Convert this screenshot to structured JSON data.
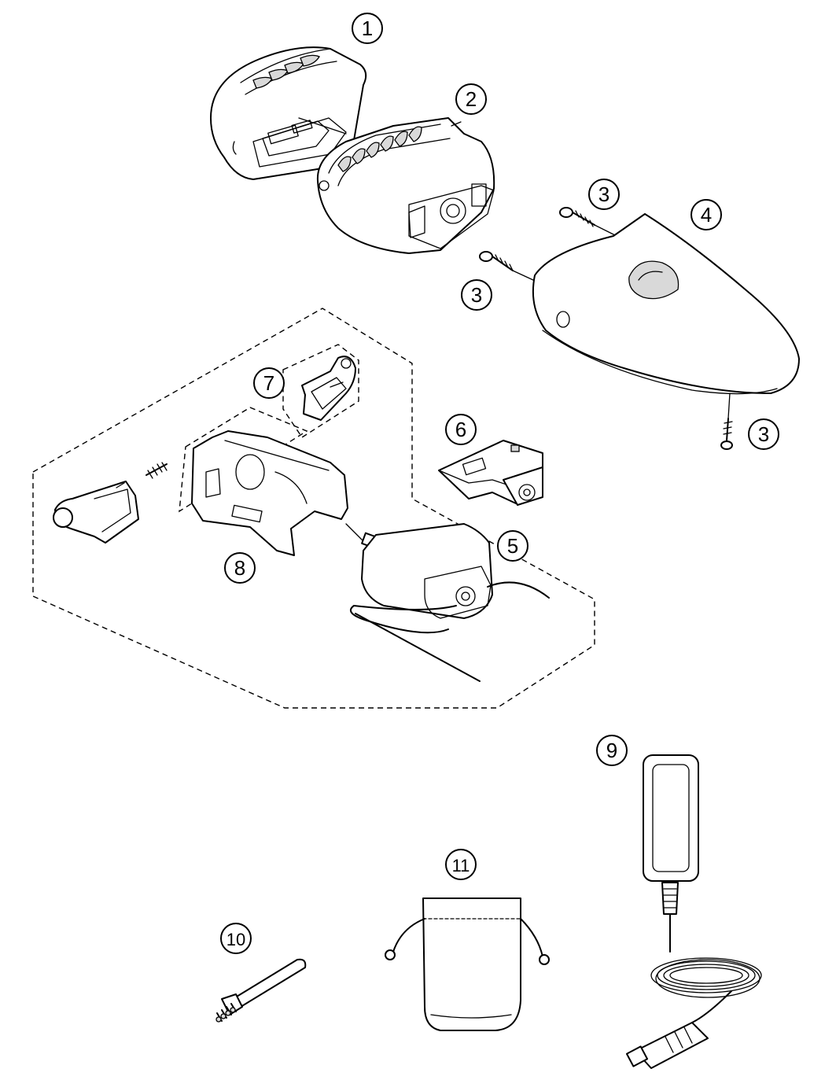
{
  "callouts": [
    {
      "id": "c1",
      "label": "1"
    },
    {
      "id": "c2",
      "label": "2"
    },
    {
      "id": "c3a",
      "label": "3"
    },
    {
      "id": "c3b",
      "label": "3"
    },
    {
      "id": "c3c",
      "label": "3"
    },
    {
      "id": "c4",
      "label": "4"
    },
    {
      "id": "c5",
      "label": "5"
    },
    {
      "id": "c6",
      "label": "6"
    },
    {
      "id": "c7",
      "label": "7"
    },
    {
      "id": "c8",
      "label": "8"
    },
    {
      "id": "c9",
      "label": "9"
    },
    {
      "id": "c10",
      "label": "10"
    },
    {
      "id": "c11",
      "label": "11"
    }
  ],
  "colors": {
    "line": "#000000",
    "background": "#ffffff",
    "shade": "#d9d9d9"
  }
}
